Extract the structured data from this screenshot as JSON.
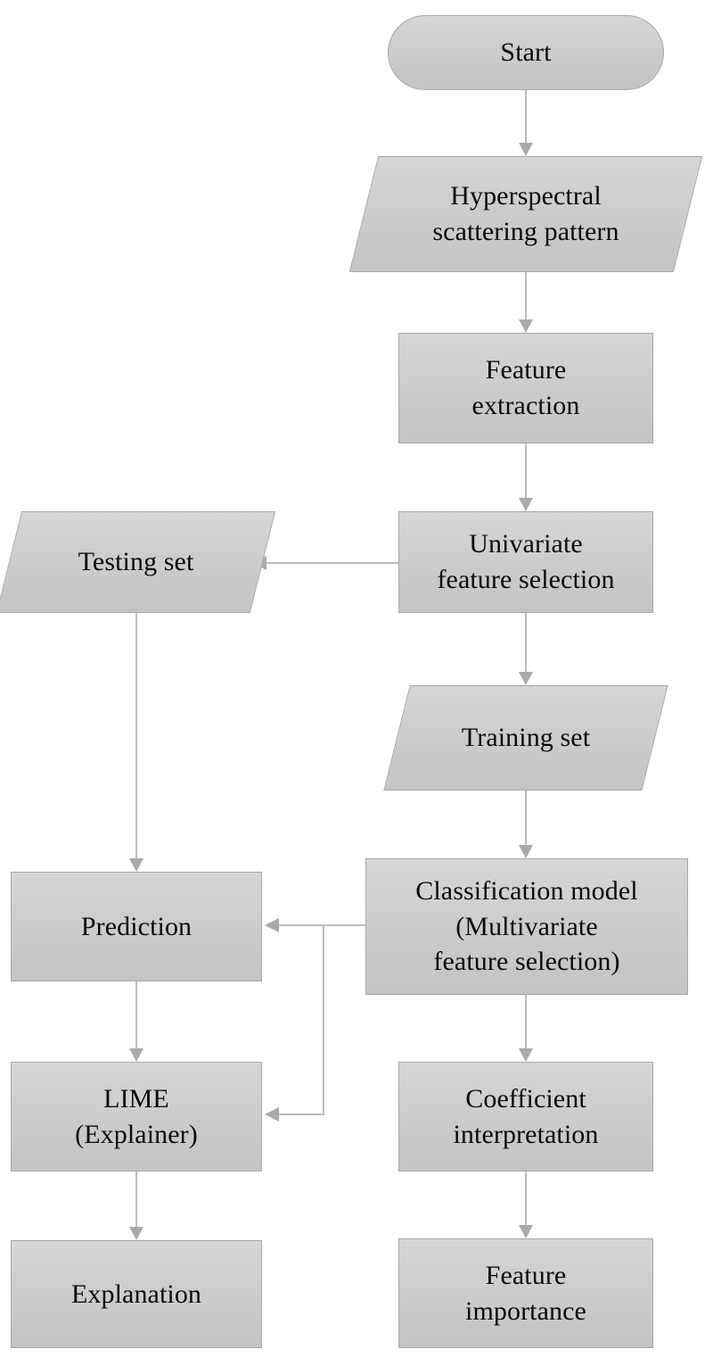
{
  "figure": {
    "kind": "flowchart",
    "orientation": "top-to-bottom",
    "background_color": "#ffffff",
    "node_fill_top": "#d5d6d7",
    "node_fill_bottom": "#c3c4c5",
    "node_border_color": "#a7a8a9",
    "edge_color": "#a9aaab",
    "text_color": "#0a0a0a"
  },
  "nodes": {
    "start": {
      "label": "Start",
      "shape": "stadium"
    },
    "hyperspectral": {
      "label": "Hyperspectral\nscattering pattern",
      "line1": "Hyperspectral",
      "line2": "scattering pattern",
      "shape": "parallelogram"
    },
    "feature_extraction": {
      "label": "Feature\nextraction",
      "line1": "Feature",
      "line2": "extraction",
      "shape": "rectangle"
    },
    "univariate_feature_selection": {
      "label": "Univariate\nfeature selection",
      "line1": "Univariate",
      "line2": "feature selection",
      "shape": "rectangle"
    },
    "testing_set": {
      "label": "Testing set",
      "shape": "parallelogram"
    },
    "training_set": {
      "label": "Training set",
      "shape": "parallelogram"
    },
    "classification_model": {
      "label": "Classification model\n(Multivariate\nfeature selection)",
      "line1": "Classification model",
      "line2": "(Multivariate",
      "line3": "feature selection)",
      "shape": "rectangle"
    },
    "prediction": {
      "label": "Prediction",
      "shape": "rectangle"
    },
    "lime_explainer": {
      "label": "LIME\n(Explainer)",
      "line1": "LIME",
      "line2": "(Explainer)",
      "shape": "rectangle"
    },
    "coefficient_interpretation": {
      "label": "Coefficient\ninterpretation",
      "line1": "Coefficient",
      "line2": "interpretation",
      "shape": "rectangle"
    },
    "explanation": {
      "label": "Explanation",
      "shape": "rectangle"
    },
    "feature_importance": {
      "label": "Feature\nimportance",
      "line1": "Feature",
      "line2": "importance",
      "shape": "rectangle"
    }
  },
  "edges": [
    {
      "from": "start",
      "to": "hyperspectral",
      "style": "straight-down"
    },
    {
      "from": "hyperspectral",
      "to": "feature_extraction",
      "style": "straight-down"
    },
    {
      "from": "feature_extraction",
      "to": "univariate_feature_selection",
      "style": "straight-down"
    },
    {
      "from": "univariate_feature_selection",
      "to": "testing_set",
      "style": "horizontal-left"
    },
    {
      "from": "univariate_feature_selection",
      "to": "training_set",
      "style": "straight-down"
    },
    {
      "from": "training_set",
      "to": "classification_model",
      "style": "straight-down"
    },
    {
      "from": "testing_set",
      "to": "prediction",
      "style": "straight-down"
    },
    {
      "from": "classification_model",
      "to": "prediction",
      "style": "horizontal-left"
    },
    {
      "from": "classification_model",
      "to": "lime_explainer",
      "style": "elbow-left-down"
    },
    {
      "from": "classification_model",
      "to": "coefficient_interpretation",
      "style": "straight-down"
    },
    {
      "from": "prediction",
      "to": "lime_explainer",
      "style": "straight-down"
    },
    {
      "from": "lime_explainer",
      "to": "explanation",
      "style": "straight-down"
    },
    {
      "from": "coefficient_interpretation",
      "to": "feature_importance",
      "style": "straight-down"
    }
  ]
}
